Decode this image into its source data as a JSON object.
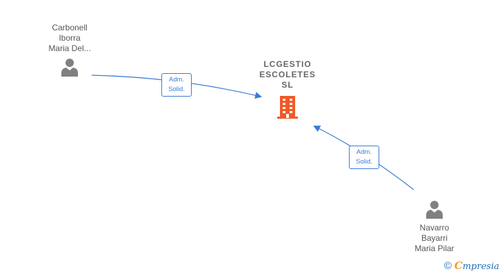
{
  "nodes": {
    "person_1": {
      "lines": [
        "Carbonell",
        "Iborra",
        "Maria Del..."
      ]
    },
    "company": {
      "lines": [
        "LCGESTIO",
        "ESCOLETES",
        "SL"
      ]
    },
    "person_2": {
      "lines": [
        "Navarro",
        "Bayarri",
        "Maria Pilar"
      ]
    }
  },
  "edges": {
    "edge_1": {
      "lines": [
        "Adm.",
        "Solid."
      ]
    },
    "edge_2": {
      "lines": [
        "Adm.",
        "Solid."
      ]
    }
  },
  "brand": {
    "copyright": "©",
    "first_letter": "C",
    "rest": "mpresia"
  },
  "colors": {
    "edge": "#3a7bd5",
    "company_icon": "#f05a28",
    "person_icon": "#808080"
  }
}
